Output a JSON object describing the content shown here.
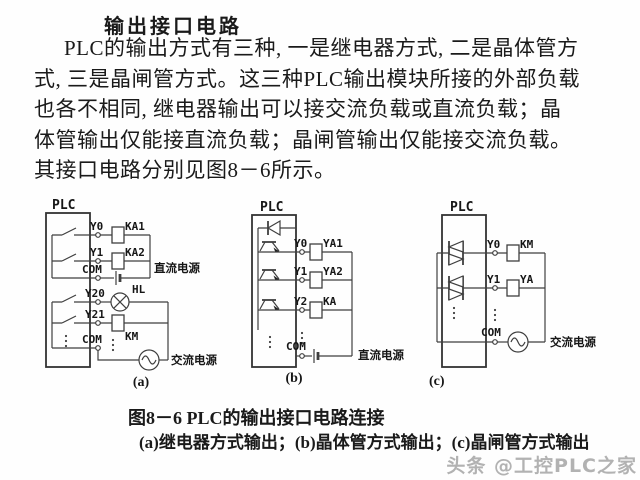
{
  "colors": {
    "line": "#3f3f3f",
    "text": "#1a1a1a",
    "watermark": "#b2b2b2",
    "background": "#fefefe"
  },
  "article": {
    "title": "输出接口电路",
    "body_lines": [
      "PLC的输出方式有三种, 一是继电器方式, 二是晶体管方",
      "式, 三是晶闸管方式。这三种PLC输出模块所接的外部负载",
      "也各不相同, 继电器输出可以接交流负载或直流负载；晶",
      "体管输出仅能接直流负载；晶闸管输出仅能接交流负载。",
      "其接口电路分别见图8－6所示。"
    ]
  },
  "figure": {
    "caption_title": "图8－6 PLC的输出接口电路连接",
    "caption_sub": "(a)继电器方式输出；(b)晶体管方式输出；(c)晶闸管方式输出",
    "diagram_a": {
      "label": "(a)",
      "plc_label": "PLC",
      "terminals": [
        "Y0",
        "Y1",
        "COM",
        "Y20",
        "Y21",
        "COM"
      ],
      "coil1": "KA1",
      "coil2": "KA2",
      "lamp": "HL",
      "coil3": "KM",
      "dc_source": "直流电源",
      "ac_source": "交流电源"
    },
    "diagram_b": {
      "label": "(b)",
      "plc_label": "PLC",
      "terminals": [
        "Y0",
        "Y1",
        "Y2",
        "COM"
      ],
      "coil1": "YA1",
      "coil2": "YA2",
      "coil3": "KA",
      "dc_source": "直流电源"
    },
    "diagram_c": {
      "label": "(c)",
      "plc_label": "PLC",
      "terminals": [
        "Y0",
        "Y1",
        "COM"
      ],
      "coil1": "KM",
      "coil2": "YA",
      "ac_source": "交流电源"
    }
  },
  "watermark": {
    "text": "头条 @工控PLC之家"
  }
}
